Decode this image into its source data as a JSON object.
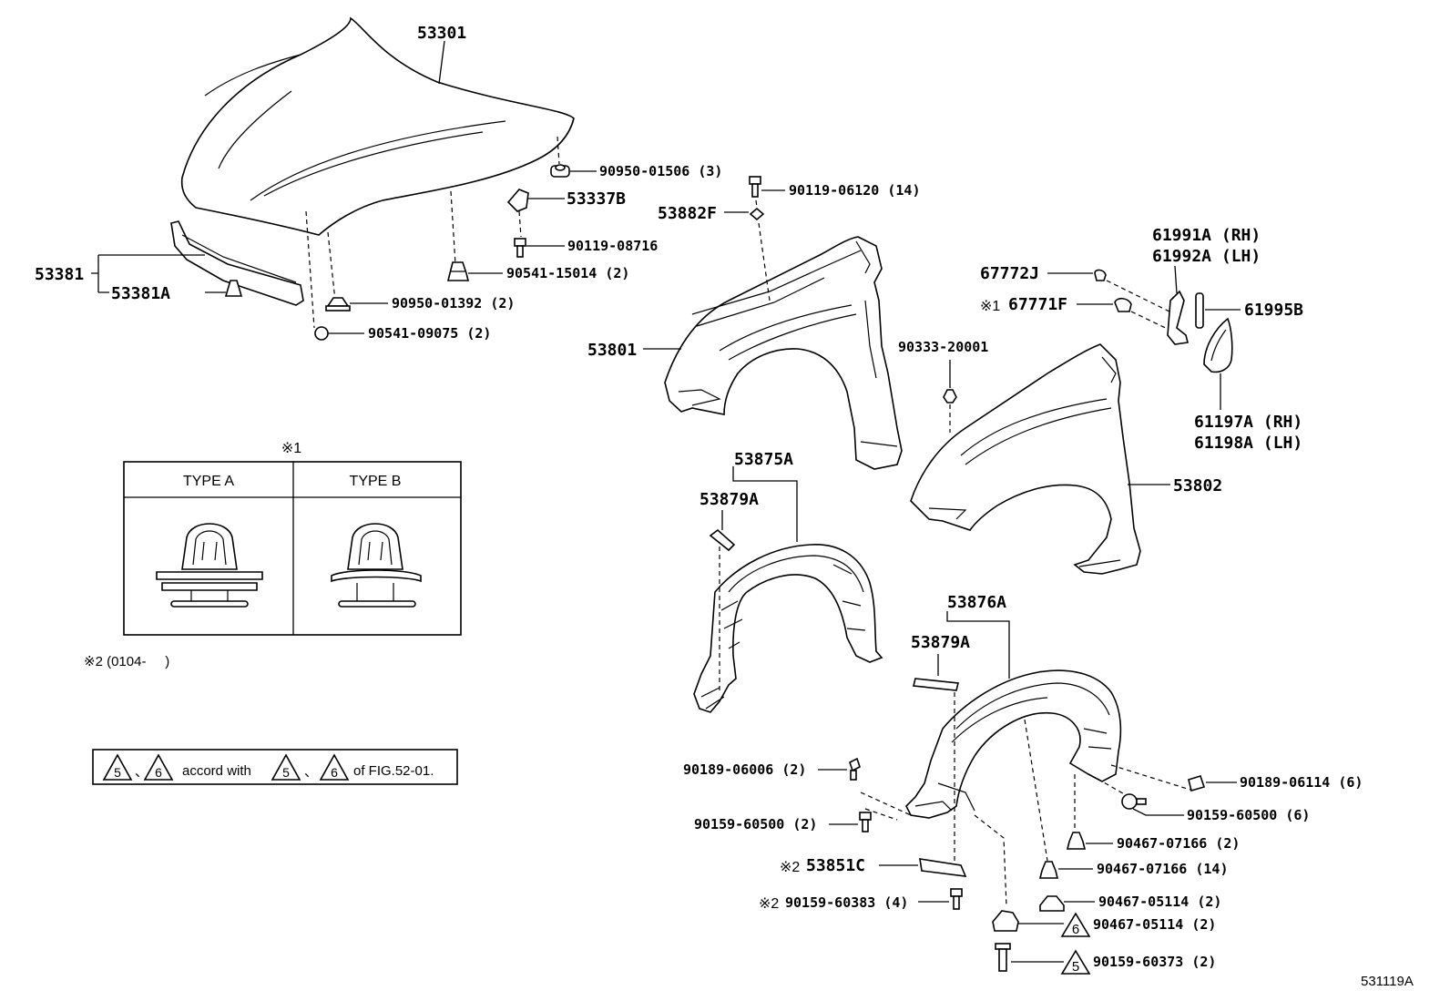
{
  "parts": {
    "hood": "53301",
    "hood_seal": "53381",
    "hood_seal_clip": "53381A",
    "cushion_upper": "90950-01506 (3)",
    "hood_stopper": "53337B",
    "bolt_fender_top": "90119-06120 (14)",
    "fender_seal": "53882F",
    "bolt_stopper": "90119-08716",
    "cushion_rubber": "90541-15014 (2)",
    "cushion_lower": "90950-01392 (2)",
    "cushion_small": "90541-09075 (2)",
    "fender_lh": "53801",
    "fender_rh": "53802",
    "fender_plug": "90333-20001",
    "emblem_clip": "67772J",
    "emblem_clip_type": "67771F",
    "emblem_rh": "61991A (RH)",
    "emblem_lh": "61992A (LH)",
    "emblem_trim": "61995B",
    "garnish_rh": "61197A (RH)",
    "garnish_lh": "61198A (LH)",
    "liner_lh": "53875A",
    "liner_seal_lh": "53879A",
    "liner_rh": "53876A",
    "liner_seal_rh": "53879A",
    "screw_a": "90189-06006 (2)",
    "screw_b": "90189-06114 (6)",
    "bolt_a": "90159-60500 (2)",
    "bolt_b": "90159-60500 (6)",
    "clip_a": "90467-07166 (2)",
    "clip_b": "90467-07166 (14)",
    "clip_c": "90467-05114 (2)",
    "clip_d": "90467-05114 (2)",
    "mudguard": "53851C",
    "screw_c": "90159-60383 (4)",
    "bolt_c": "90159-60373 (2)"
  },
  "markers": {
    "ref1": "※1",
    "ref2": "※2",
    "tri5": "5",
    "tri6": "6"
  },
  "type_table": {
    "header": "※1",
    "type_a": "TYPE A",
    "type_b": "TYPE B"
  },
  "note_date": "※2 (0104-     )",
  "accord_note": {
    "sep1": "、",
    "text1": "accord with",
    "sep2": "、",
    "text2": "of FIG.52-01."
  },
  "figure_id": "531119A"
}
